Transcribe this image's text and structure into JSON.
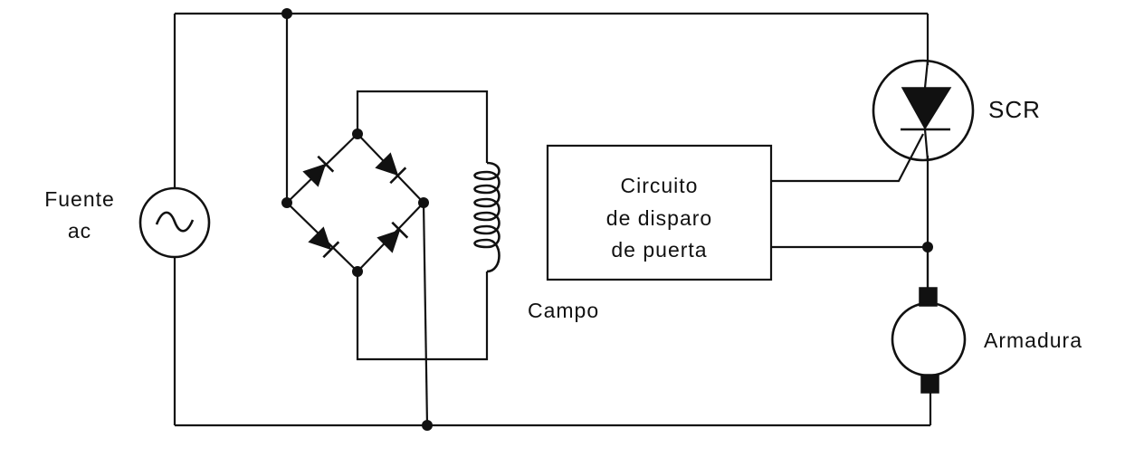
{
  "labels": {
    "source_line1": "Fuente",
    "source_line2": "ac",
    "scr": "SCR",
    "gate_line1": "Circuito",
    "gate_line2": "de disparo",
    "gate_line3": "de puerta",
    "field": "Campo",
    "armature": "Armadura"
  }
}
